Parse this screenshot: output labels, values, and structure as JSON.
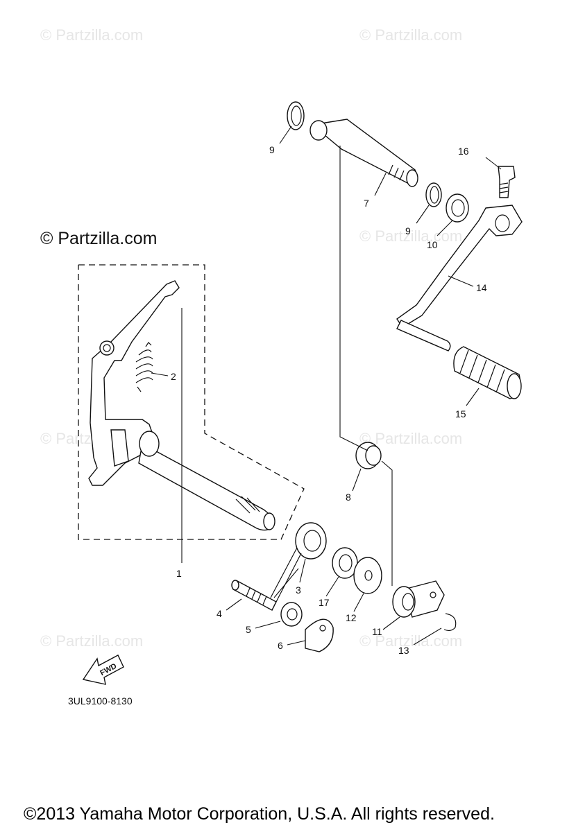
{
  "watermarks": [
    "© Partzilla.com",
    "© Partzilla.com",
    "© Partzilla.com",
    "© Partzilla.com",
    "© Partzilla.com",
    "© Partzilla.com",
    "© Partzilla.com",
    "© Partzilla.com"
  ],
  "brand_text": "© Partzilla.com",
  "diagram_code": "3UL9100-8130",
  "fwd_label": "FWD",
  "copyright": "©2013 Yamaha Motor Corporation, U.S.A. All rights reserved.",
  "callouts": {
    "c1": "1",
    "c2": "2",
    "c3": "3",
    "c4": "4",
    "c5": "5",
    "c6": "6",
    "c7": "7",
    "c8": "8",
    "c9a": "9",
    "c9b": "9",
    "c10": "10",
    "c11": "11",
    "c12": "12",
    "c13": "13",
    "c14": "14",
    "c15": "15",
    "c16": "16",
    "c17": "17"
  }
}
